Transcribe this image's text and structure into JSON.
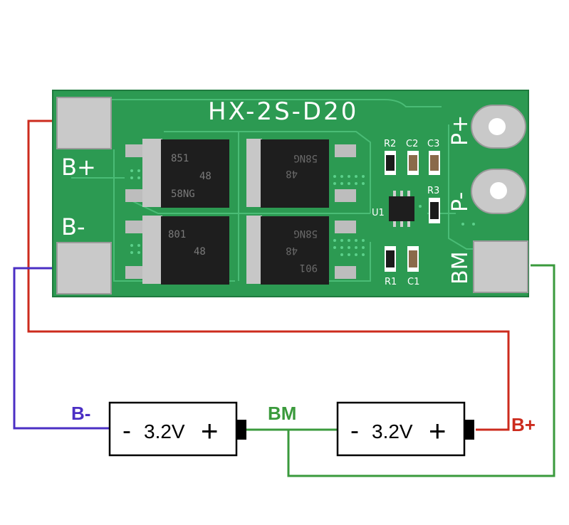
{
  "board": {
    "title": "HX-2S-D20",
    "pads": {
      "b_plus": "B+",
      "b_minus": "B-",
      "p_plus": "P+",
      "p_minus": "P-",
      "bm": "BM"
    },
    "components": {
      "r2": "R2",
      "c2": "C2",
      "c3": "C3",
      "r3": "R3",
      "u1": "U1",
      "r1": "R1",
      "c1": "C1"
    },
    "mosfet_markings": {
      "q1_line1": "851",
      "q1_line2": "48",
      "q1_line3": "58NG",
      "q2_line1": "58NG",
      "q2_line2": "48",
      "q3_line1": "801",
      "q3_line2": "48",
      "q4_line1": "58NG",
      "q4_line2": "48",
      "q4_line3": "901"
    }
  },
  "wiring": {
    "label_b_minus": "B-",
    "label_bm": "BM",
    "label_b_plus": "B+",
    "colors": {
      "b_plus": "#cc2b1d",
      "b_minus": "#4b2fc4",
      "bm": "#3a9a3c"
    }
  },
  "cells": [
    {
      "minus": "-",
      "voltage": "3.2V",
      "plus": "+"
    },
    {
      "minus": "-",
      "voltage": "3.2V",
      "plus": "+"
    }
  ]
}
